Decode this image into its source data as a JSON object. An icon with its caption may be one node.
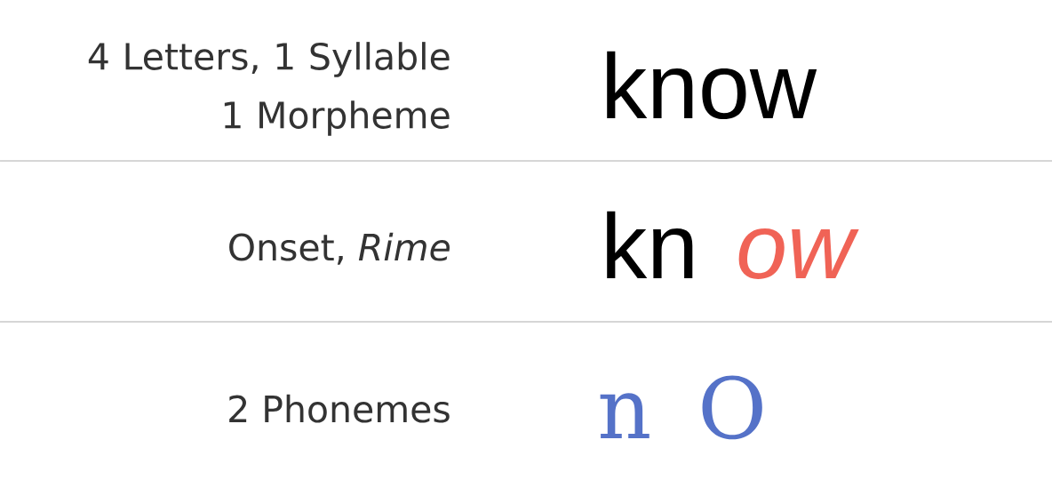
{
  "diagram": {
    "labels": [
      "4 Letters, 1 Syllable 1 Morpheme",
      "know",
      "Onset, *Rime*",
      "kn",
      "ow",
      "2 Phonemes",
      "n",
      "O"
    ]
  }
}
